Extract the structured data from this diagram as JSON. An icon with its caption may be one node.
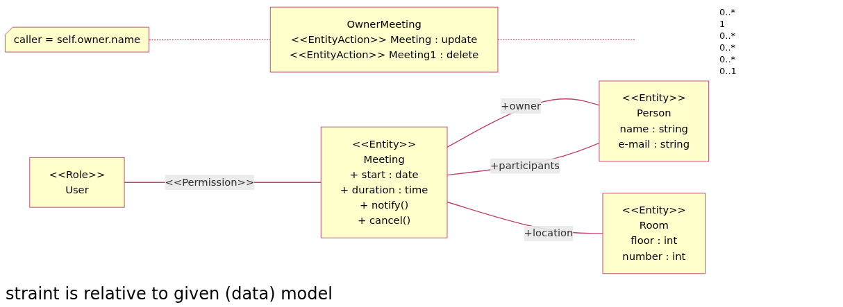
{
  "diagram": {
    "caption": "straint is relative to given (data) model",
    "nodes": [
      {
        "text": [
          "OwnerMeeting",
          "<<EntityAction>> Meeting : update",
          "<<EntityAction>> Meeting1 : delete"
        ]
      },
      {
        "text": [
          "caller = self.owner.name"
        ]
      },
      {
        "text": [
          "<<Role>>",
          "User"
        ]
      },
      {
        "text": [
          "<<Entity>>",
          "Meeting",
          "+ start : date",
          "+ duration : time",
          "+ notify()",
          "+ cancel()"
        ]
      },
      {
        "text": [
          "<<Entity>>",
          "Person",
          "name : string",
          "e-mail : string"
        ]
      },
      {
        "text": [
          "<<Entity>>",
          "Room",
          "floor : int",
          "number : int"
        ]
      }
    ],
    "edges": [
      {
        "from": 1,
        "to": 0,
        "arrow": "none",
        "style": "dashed"
      },
      {
        "from": 0,
        "to": null,
        "arrow": "none",
        "style": "dashed"
      },
      {
        "from": 2,
        "to": 3,
        "arrow": "none",
        "label": "<<Permission>>"
      },
      {
        "from": 3,
        "to": 4,
        "arrow": "none",
        "label": "+owner"
      },
      {
        "from": 3,
        "to": 4,
        "arrow": "none",
        "label": "+participants"
      },
      {
        "from": 3,
        "to": 5,
        "arrow": "none",
        "label": "+location"
      }
    ],
    "labels": [
      "0..*",
      "1",
      "0..*",
      "0..*",
      "0..*",
      "0..1"
    ]
  }
}
